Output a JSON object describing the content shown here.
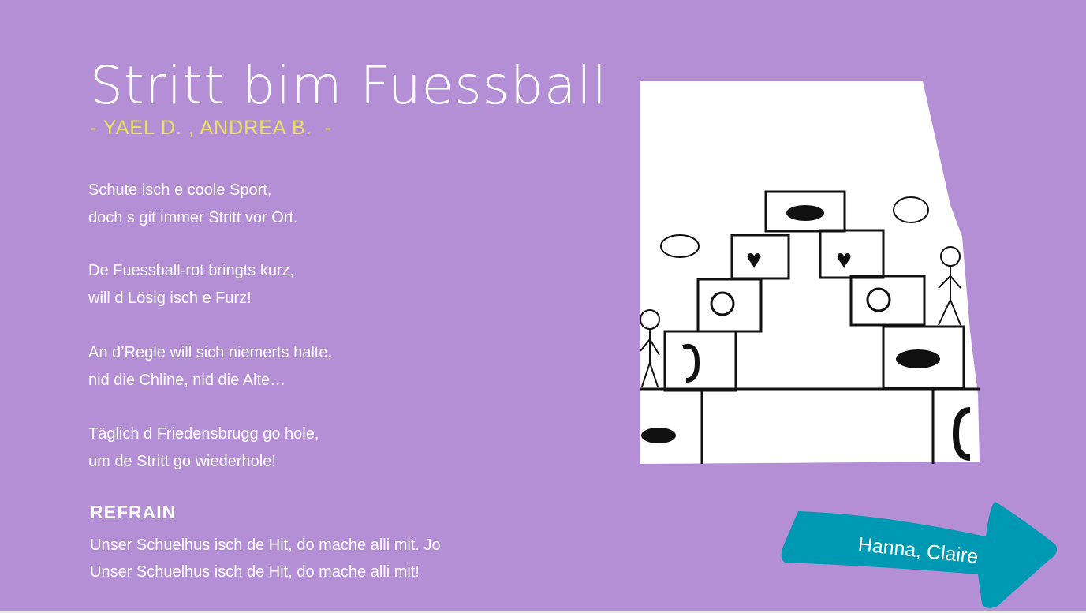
{
  "title": "Stritt bim Fuessball",
  "authors": "- YAEL D. , ANDREA B.  -",
  "verses": [
    [
      "Schute isch e coole Sport,",
      "doch s git immer Stritt vor Ort."
    ],
    [
      "De Fuessball-rot bringts kurz,",
      "will d Lösig isch e Furz!"
    ],
    [
      "An d’Regle will sich niemerts halte,",
      "nid die Chline, nid die Alte…"
    ],
    [
      "Täglich d Friedensbrugg go hole,",
      "um de Stritt go wiederhole!"
    ]
  ],
  "refrain": {
    "heading": "REFRAIN",
    "lines": [
      "Unser Schuelhus isch de Hit, do mache alli mit. Jo",
      "Unser Schuelhus isch de Hit, do mache alli mit!"
    ]
  },
  "arrow": {
    "label": "Hanna, Claire",
    "color": "#0099b3"
  },
  "colors": {
    "background": "#b58fd6",
    "authors": "#e9e15f"
  }
}
